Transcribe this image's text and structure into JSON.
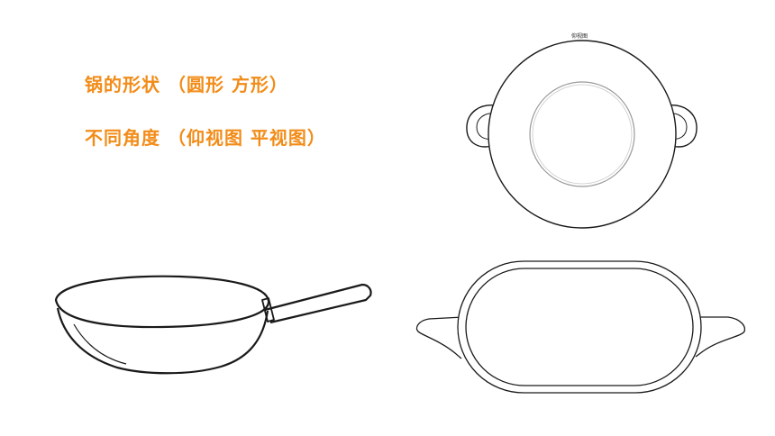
{
  "headings": {
    "line1": "锅的形状 （圆形 方形）",
    "line2": "不同角度 （仰视图 平视图）"
  },
  "round_pot": {
    "label": "仰视图"
  },
  "colors": {
    "heading": "#f28c18",
    "stroke": "#1a1a1a",
    "inner_stroke": "#9a9a9a"
  }
}
